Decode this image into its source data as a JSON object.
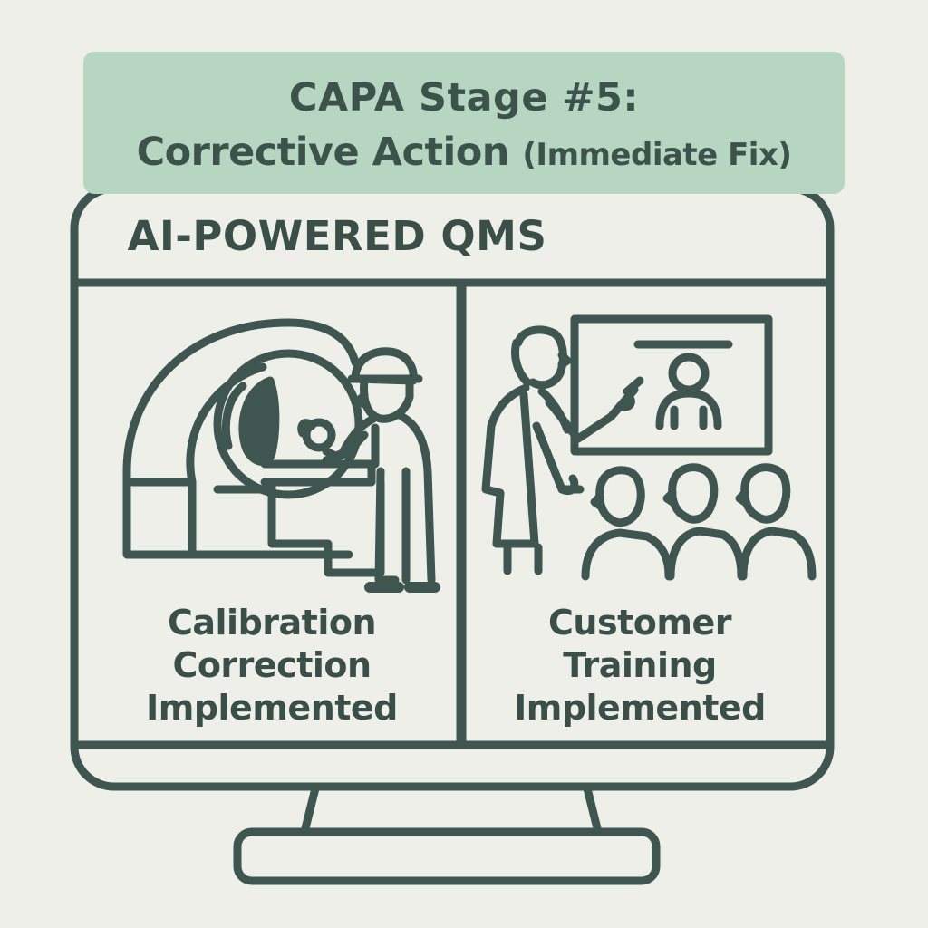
{
  "banner": {
    "line1": "CAPA Stage #5:",
    "line2_main": "Corrective Action",
    "line2_paren": "(Immediate Fix)"
  },
  "screen": {
    "title": "AI-POWERED QMS",
    "left_panel": {
      "caption_lines": [
        "Calibration",
        "Correction",
        "Implemented"
      ]
    },
    "right_panel": {
      "caption_lines": [
        "Customer",
        "Training",
        "Implemented"
      ]
    }
  },
  "colors": {
    "stroke": "#3e564f",
    "banner_fill": "#b6d6c2",
    "background": "#efefea"
  }
}
